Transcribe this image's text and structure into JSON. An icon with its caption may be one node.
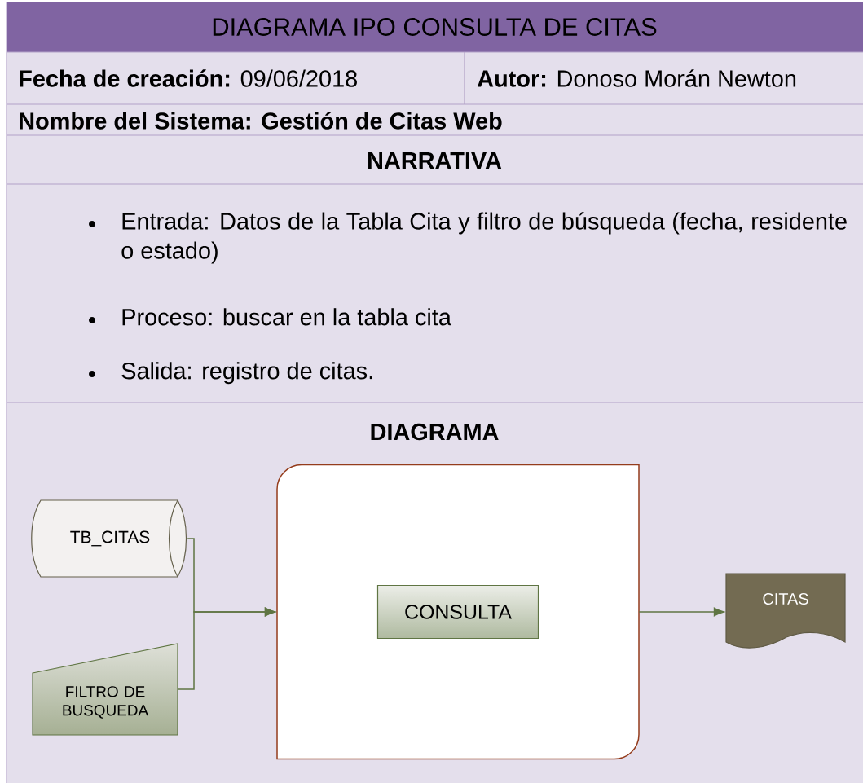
{
  "diagram": {
    "title": "DIAGRAMA IPO CONSULTA DE CITAS",
    "nodes": [
      {
        "text": [
          "TB_CITAS"
        ]
      },
      {
        "text": [
          "FILTRO DE BUSQUEDA"
        ]
      },
      {
        "text": [],
        "shape": "box"
      },
      {
        "text": [
          "CONSULTA"
        ],
        "in": 2
      },
      {
        "text": [
          "CITAS"
        ]
      }
    ],
    "edges": [
      {
        "from": 0,
        "to": 2,
        "arrow": "to"
      },
      {
        "from": 1,
        "to": 2,
        "arrow": "to"
      },
      {
        "from": 2,
        "to": 4,
        "arrow": "to"
      }
    ],
    "labels": [
      "**Fecha de creación:** 09/06/2018",
      "**Autor:** Donoso Morán Newton",
      "Nombre del Sistema: Gestión de Citas Web",
      "NARRATIVA",
      "Entrada: Datos de la Tabla Cita y filtro de búsqueda (fecha, residente o estado)",
      "Proceso: buscar en la tabla cita",
      "Salida: registro de citas.",
      "DIAGRAMA"
    ]
  }
}
